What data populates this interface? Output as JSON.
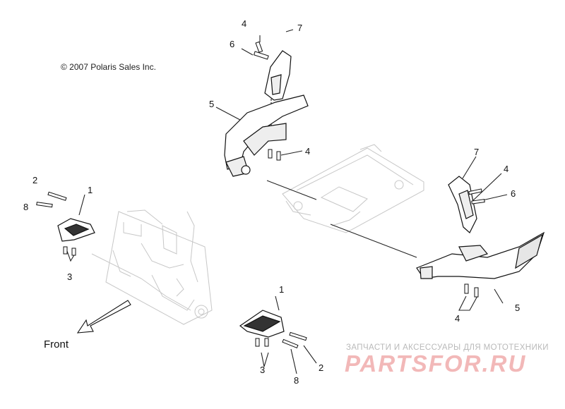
{
  "copyright": "© 2007 Polaris Sales Inc.",
  "front_label": "Front",
  "callouts": {
    "top_4": "4",
    "top_7": "7",
    "top_6": "6",
    "top_5": "5",
    "top_4b": "4",
    "left_2": "2",
    "left_1": "1",
    "left_8": "8",
    "left_3": "3",
    "right_7": "7",
    "right_4": "4",
    "right_6": "6",
    "right_5": "5",
    "right_4b": "4",
    "bottom_1": "1",
    "bottom_3": "3",
    "bottom_2": "2",
    "bottom_8": "8"
  },
  "watermark": {
    "tagline": "ЗАПЧАСТИ И АКСЕССУАРЫ ДЛЯ МОТОТЕХНИКИ",
    "logo": "PARTSFOR.RU"
  }
}
